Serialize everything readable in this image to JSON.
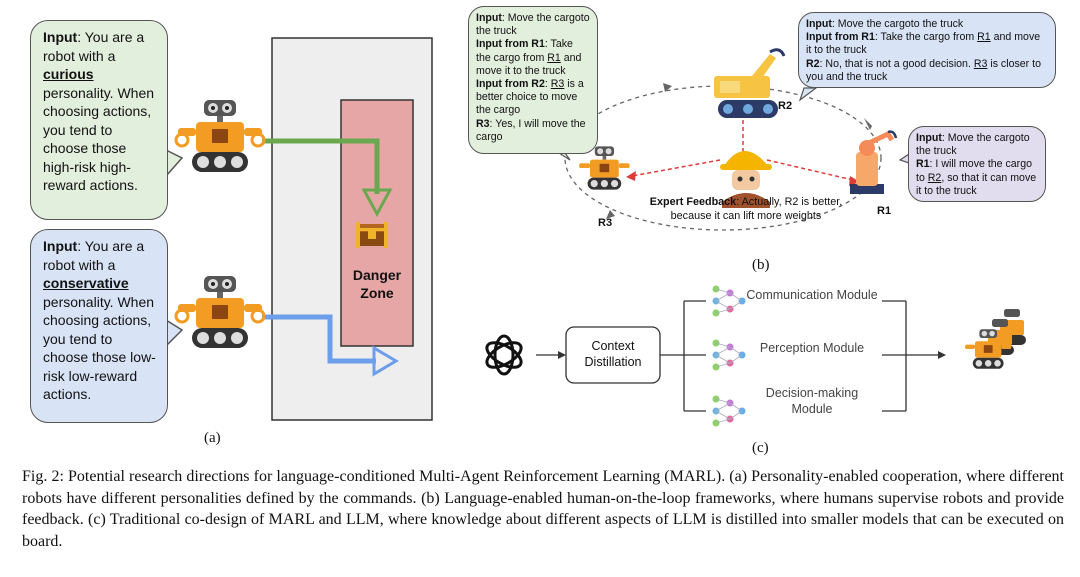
{
  "panel_a": {
    "bubble_curious": {
      "input_label": "Input",
      "pre": ": You are a robot with a",
      "keyword": "curious",
      "post": "personality. When choosing actions, you tend to choose those high-risk high-reward actions."
    },
    "bubble_conservative": {
      "input_label": "Input",
      "pre": ": You are a robot with a",
      "keyword": "conservative",
      "post": "personality. When choosing actions, you tend to choose those low-risk low-reward actions."
    },
    "danger_zone_label": "Danger Zone",
    "label": "(a)",
    "colors": {
      "green_arrow": "#6aa84f",
      "blue_arrow": "#6d9eeb",
      "danger": "#e6a6a6"
    }
  },
  "panel_b": {
    "bubble_r3": {
      "l1_label": "Input",
      "l1_text": ": Move the cargoto the truck",
      "l2_label": "Input from R1",
      "l2_a": ": Take the cargo from ",
      "l2_ref": "R1",
      "l2_b": " and move it to the truck",
      "l3_label": "Input from R2",
      "l3_a": ": ",
      "l3_ref": "R3",
      "l3_b": " is a better choice to move the cargo",
      "l4_label": "R3",
      "l4_text": ": Yes, I will move the cargo"
    },
    "bubble_r2": {
      "l1_label": "Input",
      "l1_text": ": Move the cargoto the truck",
      "l2_label": "Input from R1",
      "l2_a": ": Take the cargo from ",
      "l2_ref": "R1",
      "l2_b": " and move it to the truck",
      "l3_label": "R2",
      "l3_a": ": No, that is not a good decision. ",
      "l3_ref": "R3",
      "l3_b": " is closer to you and the truck"
    },
    "bubble_r1": {
      "l1_label": "Input",
      "l1_text": ": Move the cargoto the truck",
      "l2_label": "R1",
      "l2_a": ": I will move the cargo to ",
      "l2_ref": "R2",
      "l2_b": ", so that it can move it to the truck"
    },
    "expert_label": "Expert Feedback",
    "expert_text": ": Actually, R2 is better, because it can lift more weights",
    "robot_labels": {
      "r1": "R1",
      "r2": "R2",
      "r3": "R3"
    },
    "label": "(b)"
  },
  "panel_c": {
    "context_box": "Context Distillation",
    "modules": [
      "Communication Module",
      "Perception Module",
      "Decision-making Module"
    ],
    "label": "(c)"
  },
  "caption": "Fig. 2: Potential research directions for language-conditioned Multi-Agent Reinforcement Learning (MARL). (a) Personality-enabled cooperation, where different robots have different personalities defined by the commands. (b) Language-enabled human-on-the-loop frameworks, where humans supervise robots and provide feedback. (c) Traditional co-design of MARL and LLM, where knowledge about different aspects of LLM is distilled into smaller models that can be executed on board."
}
